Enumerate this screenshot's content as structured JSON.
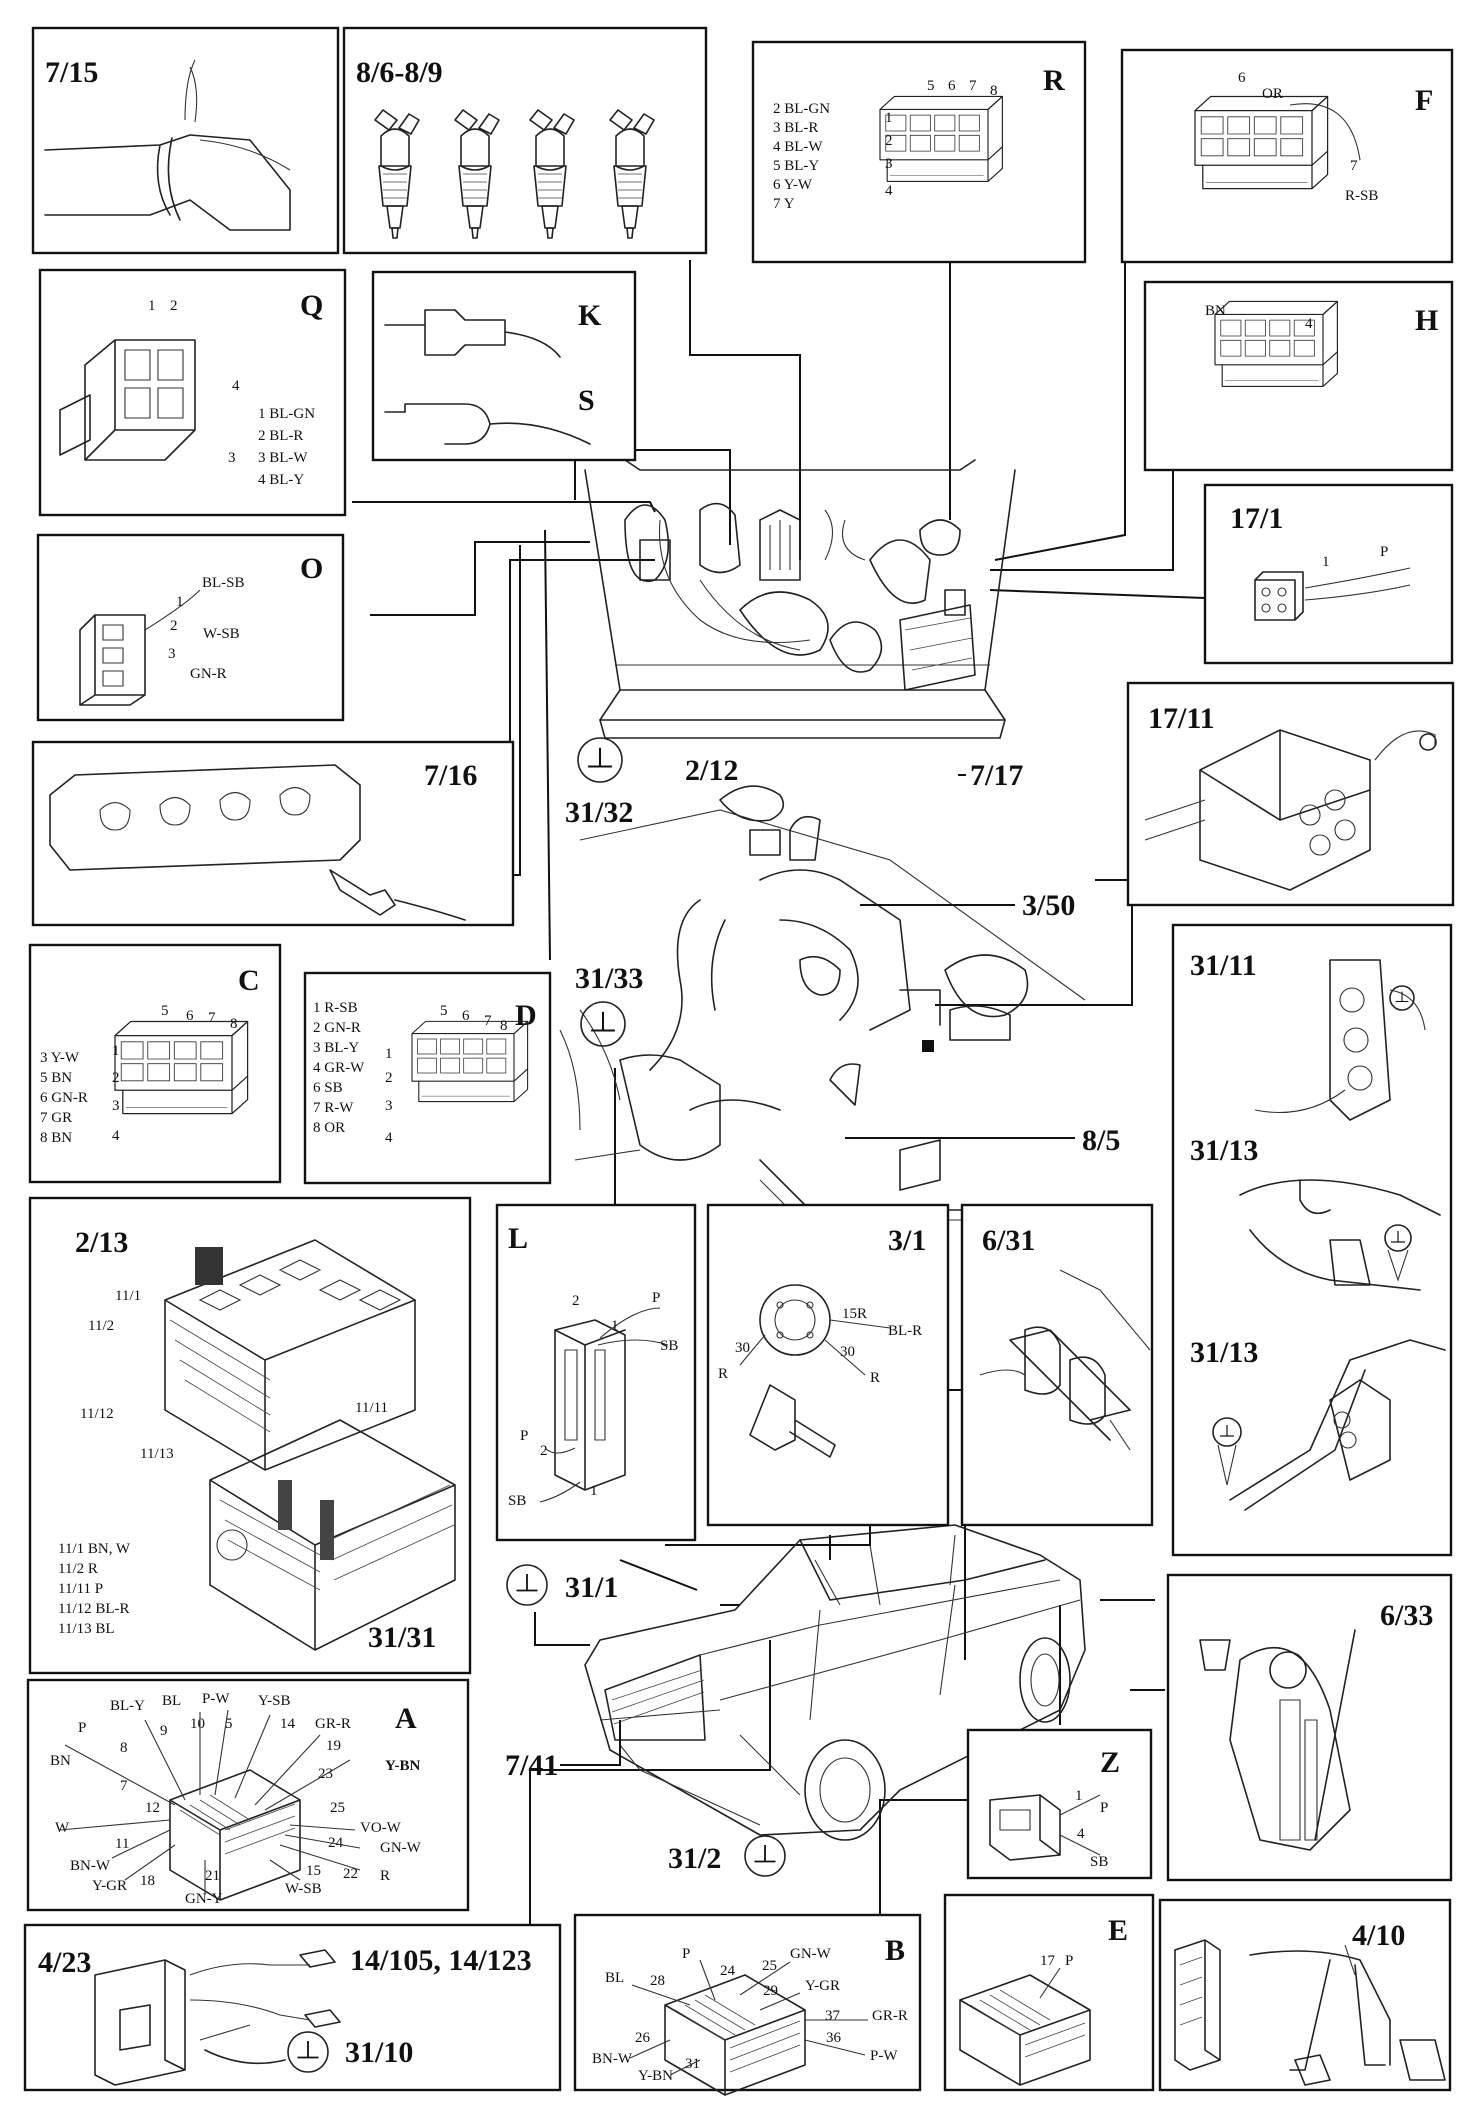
{
  "panels": {
    "p715": {
      "title": "7/15"
    },
    "p869": {
      "title": "8/6-8/9"
    },
    "pR": {
      "title": "R",
      "pins_top": [
        "5",
        "6",
        "7",
        "8"
      ],
      "pins_side": [
        "1",
        "2",
        "3",
        "4"
      ],
      "legend": [
        "2 BL-GN",
        "3 BL-R",
        "4 BL-W",
        "5 BL-Y",
        "6 Y-W",
        "7 Y"
      ]
    },
    "pF": {
      "title": "F",
      "pin6": "6",
      "or": "OR",
      "pin7": "7",
      "rsb": "R-SB"
    },
    "pQ": {
      "title": "Q",
      "pin1": "1",
      "pin2": "2",
      "pin3": "3",
      "pin4": "4",
      "legend": [
        "1 BL-GN",
        "2 BL-R",
        "3 BL-W",
        "4 BL-Y"
      ]
    },
    "pKS": {
      "title_k": "K",
      "title_s": "S"
    },
    "pH": {
      "title": "H",
      "bn": "BN",
      "pin4": "4"
    },
    "p171": {
      "title": "17/1",
      "pin1": "1",
      "p": "P"
    },
    "pO": {
      "title": "O",
      "l1": "BL-SB",
      "n1": "1",
      "l2": "W-SB",
      "n2": "2",
      "l3": "GN-R",
      "n3": "3"
    },
    "p716": {
      "title": "7/16"
    },
    "p1711": {
      "title": "17/11"
    },
    "pC": {
      "title": "C",
      "pins_top": [
        "5",
        "6",
        "7",
        "8"
      ],
      "pins_side": [
        "1",
        "2",
        "3",
        "4"
      ],
      "legend": [
        "3 Y-W",
        "5 BN",
        "6 GN-R",
        "7 GR",
        "8 BN"
      ]
    },
    "pD": {
      "title": "D",
      "pins_top": [
        "5",
        "6",
        "7",
        "8"
      ],
      "pins_side": [
        "1",
        "2",
        "3",
        "4"
      ],
      "legend": [
        "1 R-SB",
        "2 GN-R",
        "3 BL-Y",
        "4 GR-W",
        "6 SB",
        "7 R-W",
        "8 OR"
      ]
    },
    "p3111": {
      "title_a": "31/11",
      "title_b": "31/13",
      "title_c": "31/13"
    },
    "p213": {
      "title": "2/13",
      "t111": "11/1",
      "t112": "11/2",
      "t1112": "11/12",
      "t1113": "11/13",
      "t1111": "11/11",
      "sub": "31/31",
      "legend": [
        "11/1 BN, W",
        "11/2 R",
        "11/11 P",
        "11/12 BL-R",
        "11/13 BL"
      ]
    },
    "pL": {
      "title": "L",
      "n2": "2",
      "p": "P",
      "n1": "1",
      "sb": "SB",
      "p2": "P",
      "n2b": "2",
      "sb2": "SB",
      "n1b": "1"
    },
    "p31": {
      "title": "3/1",
      "c15": "15R",
      "blr": "BL-R",
      "c30a": "30",
      "c30b": "30",
      "ra": "R",
      "rb": "R"
    },
    "p631": {
      "title": "6/31"
    },
    "p633": {
      "title": "6/33"
    },
    "pA": {
      "title": "A",
      "labels": [
        "BL-Y",
        "BL",
        "P-W",
        "Y-SB",
        "GR-R",
        "Y-BN",
        "P",
        "BN",
        "W",
        "BN-W",
        "Y-GR",
        "GN-Y",
        "W-SB",
        "R",
        "GN-W",
        "VO-W"
      ],
      "pins": [
        "9",
        "10",
        "5",
        "14",
        "19",
        "23",
        "8",
        "7",
        "12",
        "11",
        "18",
        "21",
        "15",
        "22",
        "24",
        "25"
      ]
    },
    "pZ": {
      "title": "Z",
      "n1": "1",
      "p": "P",
      "n4": "4",
      "sb": "SB"
    },
    "p423": {
      "title": "4/23",
      "sub": "14/105, 14/123",
      "ground": "31/10"
    },
    "pB": {
      "title": "B",
      "labels": [
        "P",
        "GN-W",
        "BL",
        "Y-GR",
        "GR-R",
        "BN-W",
        "Y-BN",
        "P-W"
      ],
      "pins": [
        "24",
        "25",
        "28",
        "29",
        "37",
        "26",
        "31",
        "36"
      ]
    },
    "pE": {
      "title": "E",
      "n17": "17",
      "p": "P"
    },
    "p410": {
      "title": "4/10"
    }
  },
  "floating": {
    "l212": "2/12",
    "l717": "7/17",
    "l3132": "31/32",
    "l350": "3/50",
    "l3133": "31/33",
    "l85": "8/5",
    "l311": "31/1",
    "l741": "7/41",
    "l312": "31/2"
  }
}
